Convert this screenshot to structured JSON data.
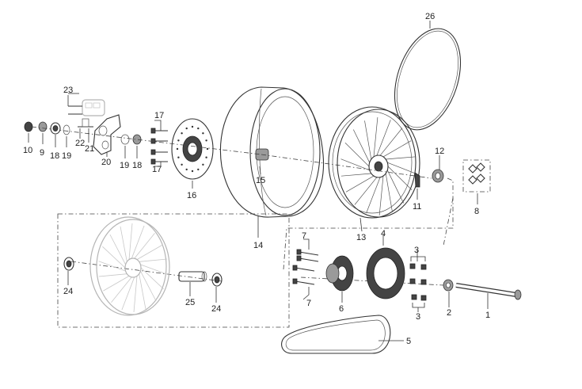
{
  "diagram": {
    "type": "exploded parts diagram",
    "subject": "rear wheel assembly",
    "callouts": [
      {
        "id": "1",
        "text": "1"
      },
      {
        "id": "2",
        "text": "2"
      },
      {
        "id": "3a",
        "text": "3"
      },
      {
        "id": "3b",
        "text": "3"
      },
      {
        "id": "4",
        "text": "4"
      },
      {
        "id": "5",
        "text": "5"
      },
      {
        "id": "6",
        "text": "6"
      },
      {
        "id": "7a",
        "text": "7"
      },
      {
        "id": "7b",
        "text": "7"
      },
      {
        "id": "8",
        "text": "8"
      },
      {
        "id": "9",
        "text": "9"
      },
      {
        "id": "10",
        "text": "10"
      },
      {
        "id": "11",
        "text": "11"
      },
      {
        "id": "12",
        "text": "12"
      },
      {
        "id": "13",
        "text": "13"
      },
      {
        "id": "14",
        "text": "14"
      },
      {
        "id": "15",
        "text": "15"
      },
      {
        "id": "16",
        "text": "16"
      },
      {
        "id": "17a",
        "text": "17"
      },
      {
        "id": "17b",
        "text": "17"
      },
      {
        "id": "18a",
        "text": "18"
      },
      {
        "id": "18b",
        "text": "18"
      },
      {
        "id": "19a",
        "text": "19"
      },
      {
        "id": "19b",
        "text": "19"
      },
      {
        "id": "20",
        "text": "20"
      },
      {
        "id": "21",
        "text": "21"
      },
      {
        "id": "22",
        "text": "22"
      },
      {
        "id": "23",
        "text": "23"
      },
      {
        "id": "24a",
        "text": "24"
      },
      {
        "id": "24b",
        "text": "24"
      },
      {
        "id": "25",
        "text": "25"
      },
      {
        "id": "26",
        "text": "26"
      }
    ]
  }
}
